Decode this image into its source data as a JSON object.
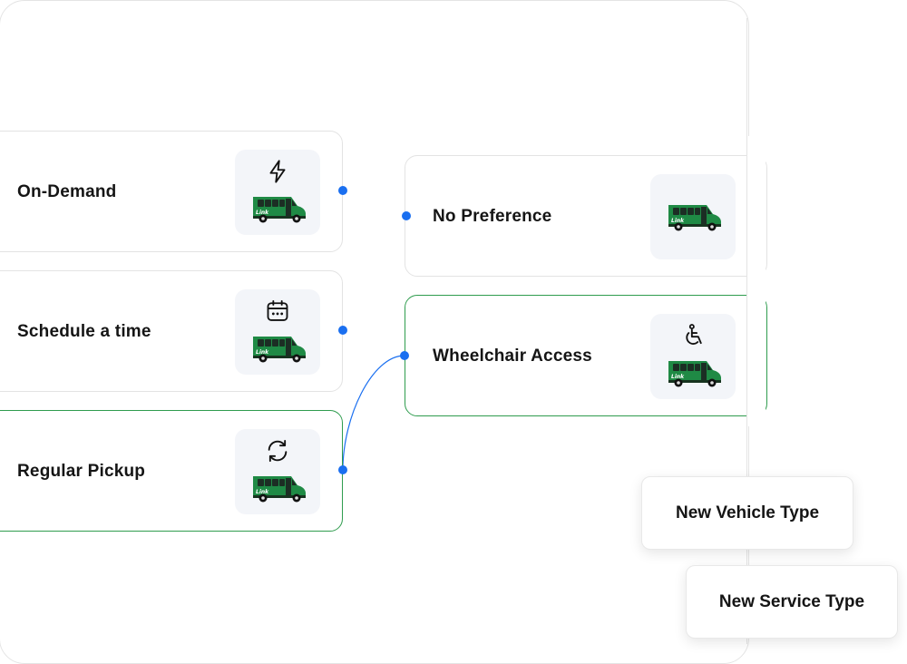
{
  "pickup_types": [
    {
      "label": "On-Demand",
      "icon": "lightning-icon",
      "selected": false
    },
    {
      "label": "Schedule a time",
      "icon": "calendar-icon",
      "selected": false
    },
    {
      "label": "Regular Pickup",
      "icon": "refresh-icon",
      "selected": true
    }
  ],
  "vehicle_types": [
    {
      "label": "No Preference",
      "icon": "bus-icon",
      "selected": false
    },
    {
      "label": "Wheelchair Access",
      "icon": "wheelchair-icon",
      "selected": true
    }
  ],
  "bus_badge_text": "Link",
  "actions": {
    "new_vehicle_type": "New Vehicle Type",
    "new_service_type": "New Service Type"
  },
  "colors": {
    "accent_green": "#2f9c4e",
    "bus_green": "#1f8a45",
    "connector_blue": "#1a6ff0",
    "thumb_bg": "#f3f5f9"
  }
}
